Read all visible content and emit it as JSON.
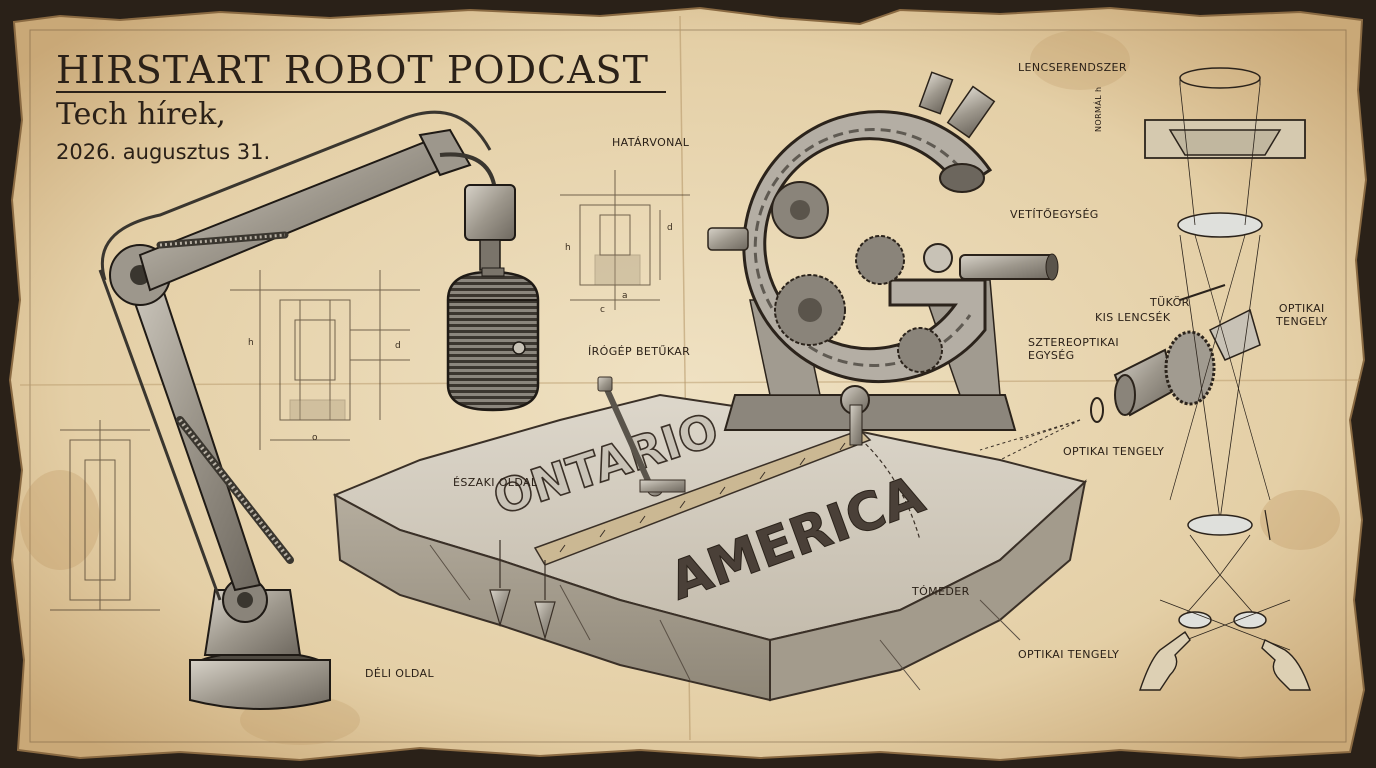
{
  "header": {
    "title": "HIRSTART ROBOT PODCAST",
    "subtitle": "Tech hírek,",
    "date": "2026. augusztus 31."
  },
  "labels": {
    "lencserendszer": "LENCSERENDSZER",
    "hatarvonal": "HATÁRVONAL",
    "vetitoegyseg": "VETÍTŐEGYSÉG",
    "irogep_betukar": "ÍRÓGÉP BETŰKAR",
    "tukor": "TÜKÖR",
    "kis_lencsek": "KIS LENCSÉK",
    "optikai_tengely_top": [
      "OPTIKAI",
      "TENGELY"
    ],
    "sztereooptikai_egyseg": [
      "SZTEREOPTIKAI",
      "EGYSÉG"
    ],
    "optikai_tengely_mid": "OPTIKAI TENGELY",
    "eszaki_oldal": "ÉSZAKI OLDAL",
    "tomeder": "TÓMEDER",
    "deli_oldal": "DÉLI OLDAL",
    "optikai_tengely_bottom": "OPTIKAI TENGELY",
    "normal_h": "NORMÁL h"
  },
  "engraved": {
    "ontario": "ONTARIO",
    "america": "AMERICA"
  },
  "drawing_marks": {
    "h": "h",
    "d": "d",
    "a": "a",
    "c": "c",
    "o": "o"
  },
  "colors": {
    "parchment": "#e9d9b6",
    "parchment_dark": "#c9a877",
    "ink": "#2b2118",
    "metal": "#a7a199",
    "stone": "#cdc6b8"
  },
  "icons": [
    "robot-arm-icon",
    "microphone-icon",
    "g-letter-machine-icon",
    "stone-slab-icon",
    "lens-system-icon",
    "hand-icon",
    "plumb-bob-icon",
    "ruler-icon"
  ]
}
